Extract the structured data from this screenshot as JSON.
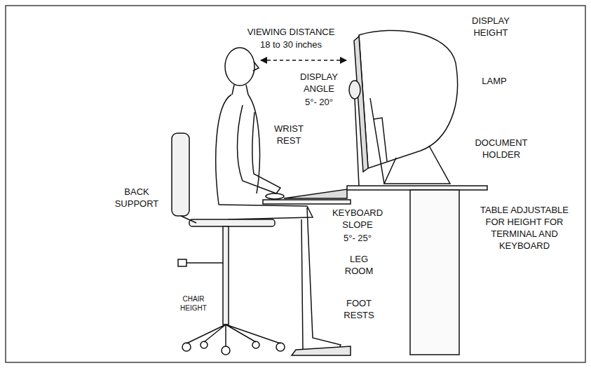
{
  "diagram": {
    "labels": [
      "VIEWING DISTANCE",
      "18 to 30 inches",
      "DISPLAY HEIGHT",
      "LAMP",
      "DISPLAY ANGLE",
      "5°- 20°",
      "WRIST REST",
      "DOCUMENT HOLDER",
      "BACK SUPPORT",
      "KEYBOARD SLOPE",
      "5°- 25°",
      "TABLE ADJUSTABLE FOR HEIGHT FOR TERMINAL AND KEYBOARD",
      "LEG ROOM",
      "CHAIR HEIGHT",
      "FOOT RESTS"
    ]
  }
}
